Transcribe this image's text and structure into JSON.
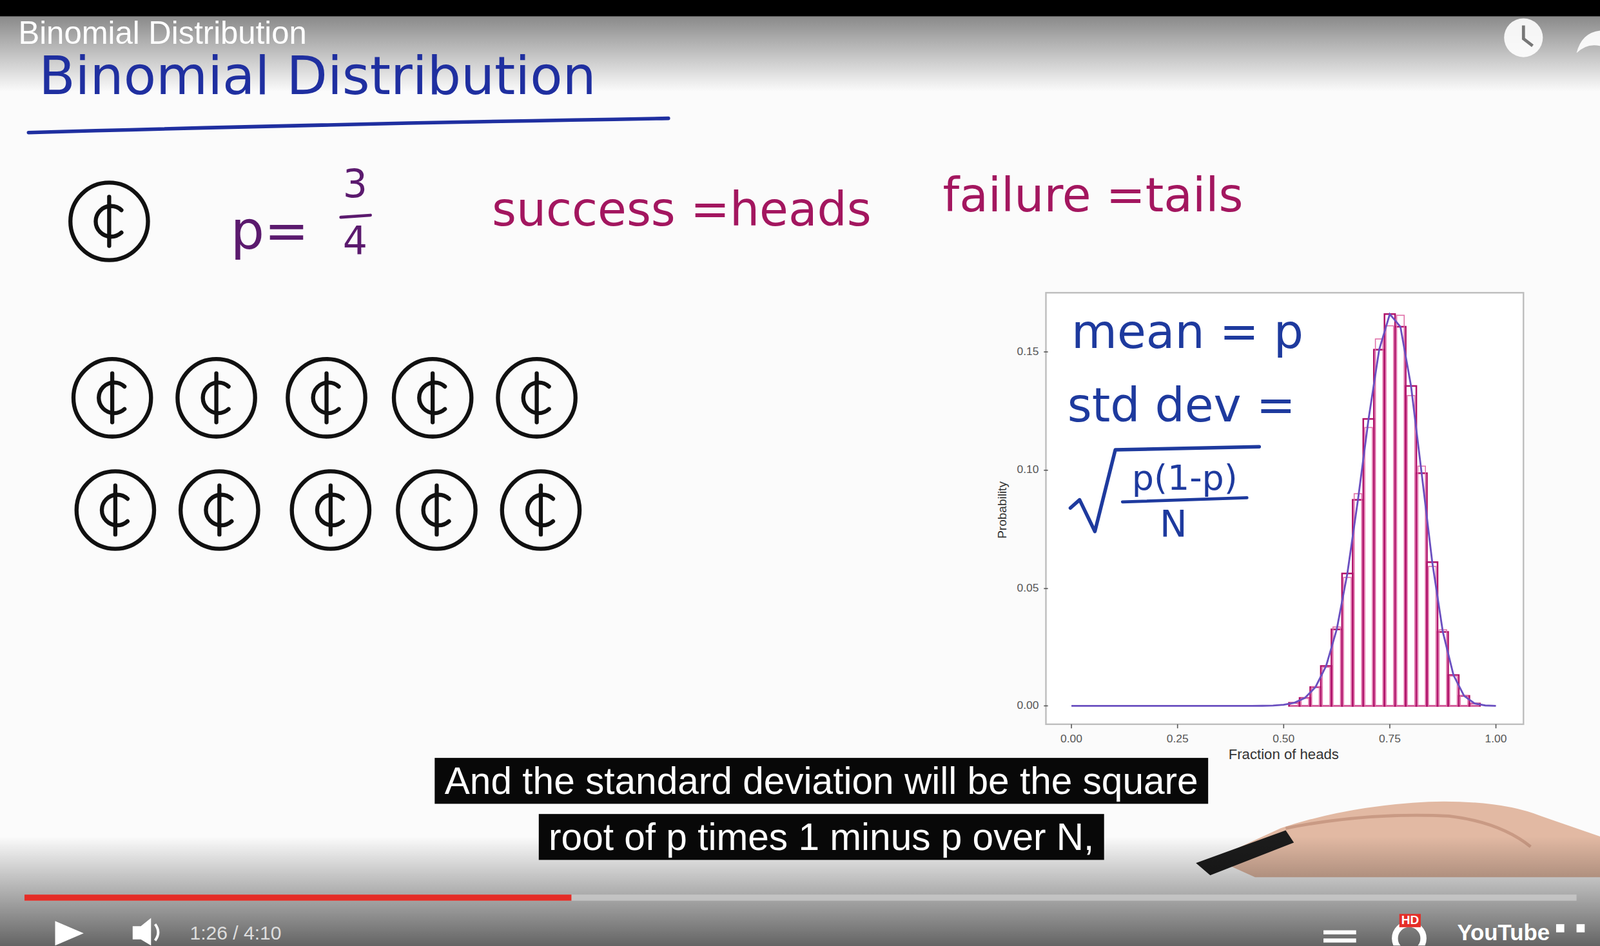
{
  "diagram": {
    "title": "Binomial Distribution",
    "labels": [
      "Binomial Distribution",
      "p=",
      "3",
      "4",
      "success =heads",
      "failure =tails",
      "mean = p",
      "std dev =",
      "p(1-p)",
      "N",
      "0.15",
      "0.10",
      "0.05",
      "0.00",
      "Probability",
      "0.00",
      "0.25",
      "0.50",
      "0.75",
      "1.00",
      "Fraction of heads",
      "And the standard deviation will be the square root of p times 1 minus p over N,",
      "1:26 / 4:10",
      "HD",
      "YouTube"
    ]
  }
}
